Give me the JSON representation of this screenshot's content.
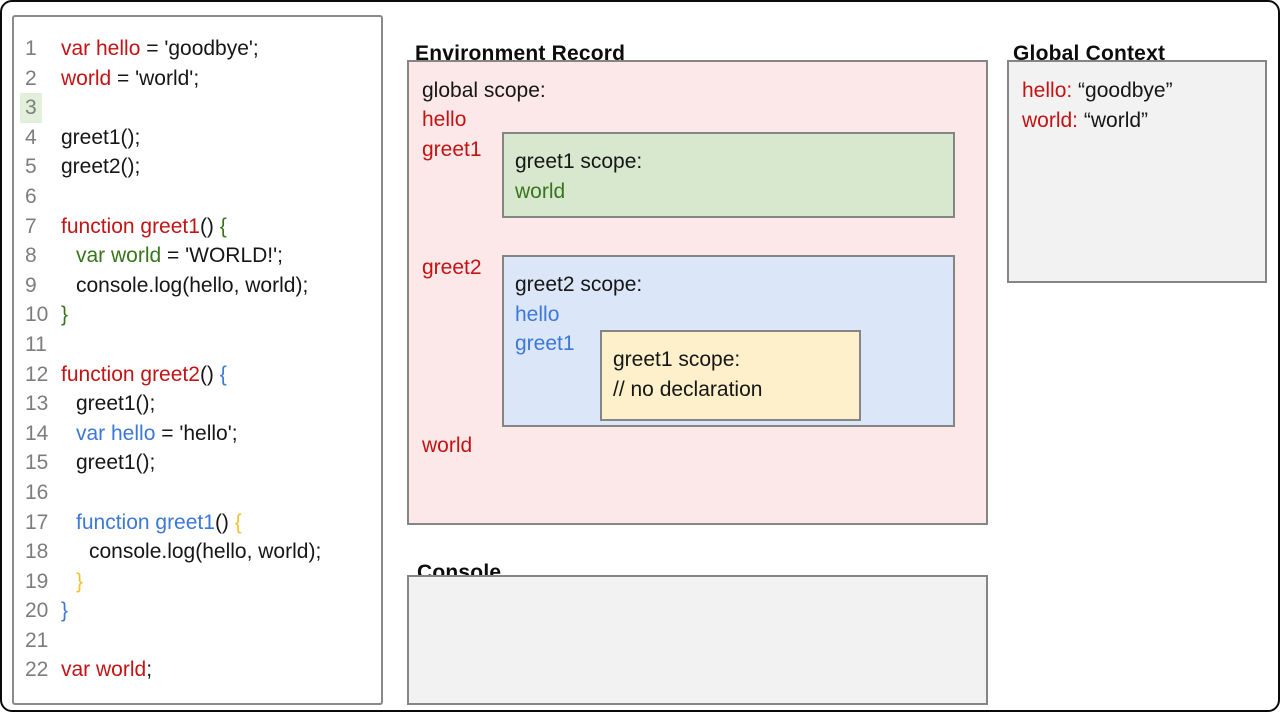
{
  "palette": {
    "red": "#c21414",
    "green": "#38761d",
    "blue": "#3c78d8",
    "yellow": "#f1c232",
    "gray_text": "#7d7d7d",
    "pink_bg": "#fce8e8",
    "green_bg": "#d7e8ce",
    "blue_bg": "#dbe7f8",
    "yellow_bg": "#fdf0ca",
    "gray_bg": "#f2f2f2",
    "highlight_bg": "#e2efda"
  },
  "code_panel": {
    "lines": [
      {
        "n": "1",
        "hl": false,
        "ind": 0,
        "seg": [
          [
            "r",
            "var hello"
          ],
          [
            "k",
            " = 'goodbye';"
          ]
        ]
      },
      {
        "n": "2",
        "hl": false,
        "ind": 0,
        "seg": [
          [
            "r",
            "world"
          ],
          [
            "k",
            " = 'world';"
          ]
        ]
      },
      {
        "n": "3",
        "hl": true,
        "ind": 0,
        "seg": []
      },
      {
        "n": "4",
        "hl": false,
        "ind": 0,
        "seg": [
          [
            "k",
            "greet1();"
          ]
        ]
      },
      {
        "n": "5",
        "hl": false,
        "ind": 0,
        "seg": [
          [
            "k",
            "greet2();"
          ]
        ]
      },
      {
        "n": "6",
        "hl": false,
        "ind": 0,
        "seg": []
      },
      {
        "n": "7",
        "hl": false,
        "ind": 0,
        "seg": [
          [
            "r",
            "function greet1"
          ],
          [
            "k",
            "() "
          ],
          [
            "g",
            "{"
          ]
        ]
      },
      {
        "n": "8",
        "hl": false,
        "ind": 1,
        "seg": [
          [
            "g",
            "var world"
          ],
          [
            "k",
            " = 'WORLD!';"
          ]
        ]
      },
      {
        "n": "9",
        "hl": false,
        "ind": 1,
        "seg": [
          [
            "k",
            "console.log(hello, world);"
          ]
        ]
      },
      {
        "n": "10",
        "hl": false,
        "ind": 0,
        "seg": [
          [
            "g",
            "}"
          ]
        ]
      },
      {
        "n": "11",
        "hl": false,
        "ind": 0,
        "seg": []
      },
      {
        "n": "12",
        "hl": false,
        "ind": 0,
        "seg": [
          [
            "r",
            "function greet2"
          ],
          [
            "k",
            "() "
          ],
          [
            "b",
            "{"
          ]
        ]
      },
      {
        "n": "13",
        "hl": false,
        "ind": 1,
        "seg": [
          [
            "k",
            "greet1();"
          ]
        ]
      },
      {
        "n": "14",
        "hl": false,
        "ind": 1,
        "seg": [
          [
            "b",
            "var hello"
          ],
          [
            "k",
            " = 'hello';"
          ]
        ]
      },
      {
        "n": "15",
        "hl": false,
        "ind": 1,
        "seg": [
          [
            "k",
            "greet1();"
          ]
        ]
      },
      {
        "n": "16",
        "hl": false,
        "ind": 0,
        "seg": []
      },
      {
        "n": "17",
        "hl": false,
        "ind": 1,
        "seg": [
          [
            "b",
            "function greet1"
          ],
          [
            "k",
            "() "
          ],
          [
            "y",
            "{"
          ]
        ]
      },
      {
        "n": "18",
        "hl": false,
        "ind": 2,
        "seg": [
          [
            "k",
            "console.log(hello, world);"
          ]
        ]
      },
      {
        "n": "19",
        "hl": false,
        "ind": 1,
        "seg": [
          [
            "y",
            "}"
          ]
        ]
      },
      {
        "n": "20",
        "hl": false,
        "ind": 0,
        "seg": [
          [
            "b",
            "}"
          ]
        ]
      },
      {
        "n": "21",
        "hl": false,
        "ind": 0,
        "seg": []
      },
      {
        "n": "22",
        "hl": false,
        "ind": 0,
        "seg": [
          [
            "r",
            "var world"
          ],
          [
            "k",
            ";"
          ]
        ]
      }
    ]
  },
  "environment_record": {
    "title": "Environment Record",
    "global_scope_label": "global scope:",
    "global_vars": [
      "hello",
      "greet1"
    ],
    "greet2_label": "greet2",
    "world_label": "world",
    "greet1_scope": {
      "label": "greet1 scope:",
      "var": "world"
    },
    "greet2_scope": {
      "label": "greet2 scope:",
      "vars": [
        "hello",
        "greet1"
      ]
    },
    "inner_greet1_scope": {
      "label": "greet1 scope:",
      "comment": "// no declaration"
    }
  },
  "console": {
    "title": "Console"
  },
  "global_context": {
    "title": "Global Context",
    "entries": [
      {
        "name": "hello:",
        "value": "“goodbye”"
      },
      {
        "name": "world:",
        "value": "“world”"
      }
    ]
  }
}
